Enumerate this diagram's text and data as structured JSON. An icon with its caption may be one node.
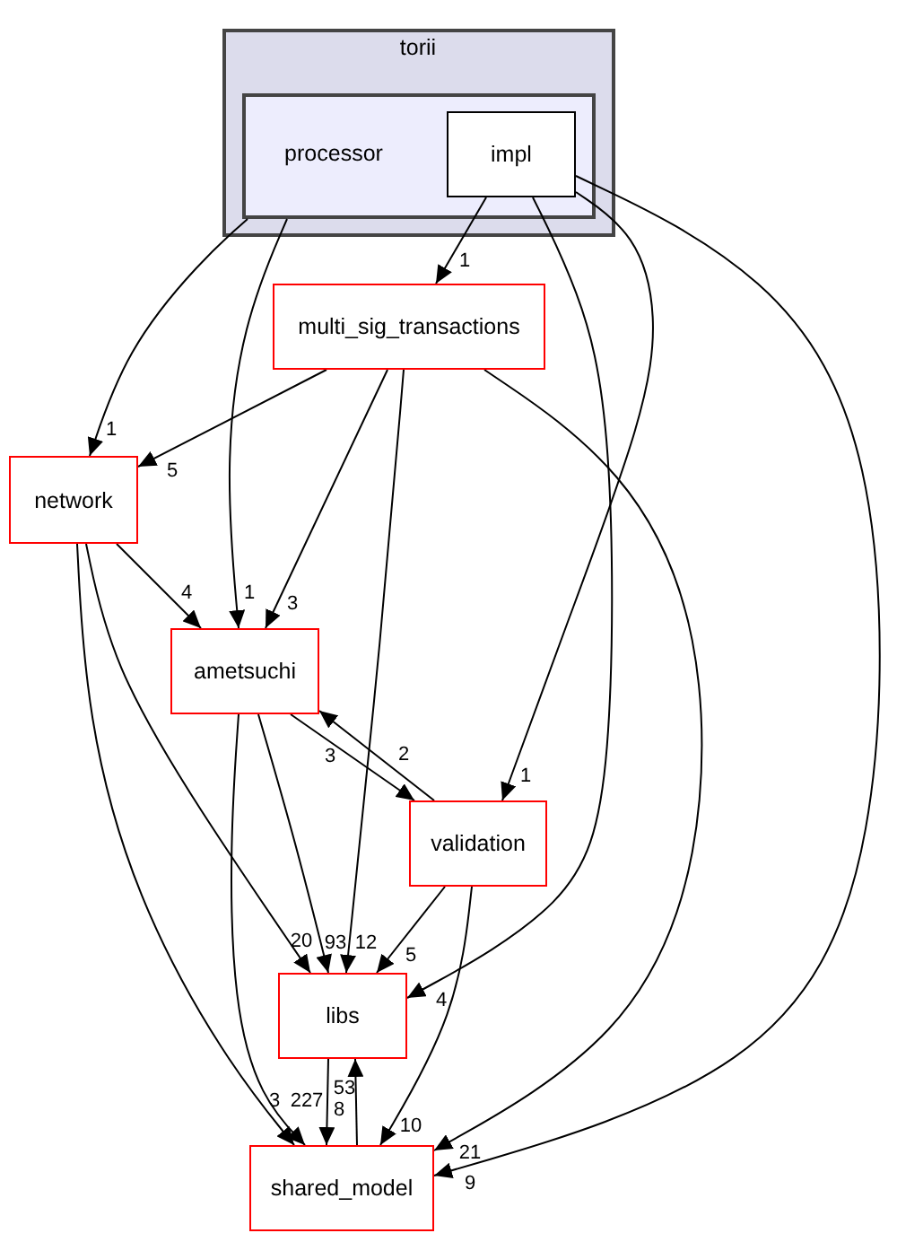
{
  "diagram": {
    "nodes": [
      {
        "text": [
          "torii"
        ]
      },
      {
        "text": [
          "processor"
        ],
        "in": 0
      },
      {
        "text": [
          "impl"
        ],
        "in": 1
      },
      {
        "text": [
          "multi_sig_transactions"
        ]
      },
      {
        "text": [
          "network"
        ]
      },
      {
        "text": [
          "ametsuchi"
        ]
      },
      {
        "text": [
          "validation"
        ]
      },
      {
        "text": [
          "libs"
        ]
      },
      {
        "text": [
          "shared_model"
        ]
      }
    ],
    "edges": [
      {
        "from": 1,
        "to": 4,
        "arrow": "to",
        "label": "1"
      },
      {
        "from": 1,
        "to": 5,
        "arrow": "to",
        "label": "1"
      },
      {
        "from": 2,
        "to": 3,
        "arrow": "to",
        "label": "1"
      },
      {
        "from": 2,
        "to": 7,
        "arrow": "to",
        "label": "4"
      },
      {
        "from": 2,
        "to": 6,
        "arrow": "to",
        "label": "1"
      },
      {
        "from": 2,
        "to": 8,
        "arrow": "to",
        "label": "9"
      },
      {
        "from": 3,
        "to": 4,
        "arrow": "to",
        "label": "5"
      },
      {
        "from": 3,
        "to": 5,
        "arrow": "to",
        "label": "3"
      },
      {
        "from": 3,
        "to": 7,
        "arrow": "to",
        "label": "12"
      },
      {
        "from": 3,
        "to": 8,
        "arrow": "to",
        "label": "21"
      },
      {
        "from": 4,
        "to": 5,
        "arrow": "to",
        "label": "4"
      },
      {
        "from": 4,
        "to": 7,
        "arrow": "to",
        "label": "20"
      },
      {
        "from": 4,
        "to": 8,
        "arrow": "to",
        "label": "3"
      },
      {
        "from": 5,
        "to": 6,
        "arrow": "to",
        "label": "3"
      },
      {
        "from": 6,
        "to": 5,
        "arrow": "to",
        "label": "2"
      },
      {
        "from": 5,
        "to": 7,
        "arrow": "to",
        "label": "93"
      },
      {
        "from": 5,
        "to": 8,
        "arrow": "to",
        "label": "227"
      },
      {
        "from": 6,
        "to": 7,
        "arrow": "to",
        "label": "5"
      },
      {
        "from": 6,
        "to": 8,
        "arrow": "to",
        "label": "10"
      },
      {
        "from": 7,
        "to": 8,
        "arrow": "to",
        "label": "8"
      },
      {
        "from": 8,
        "to": 7,
        "arrow": "to",
        "label": "53"
      }
    ]
  }
}
